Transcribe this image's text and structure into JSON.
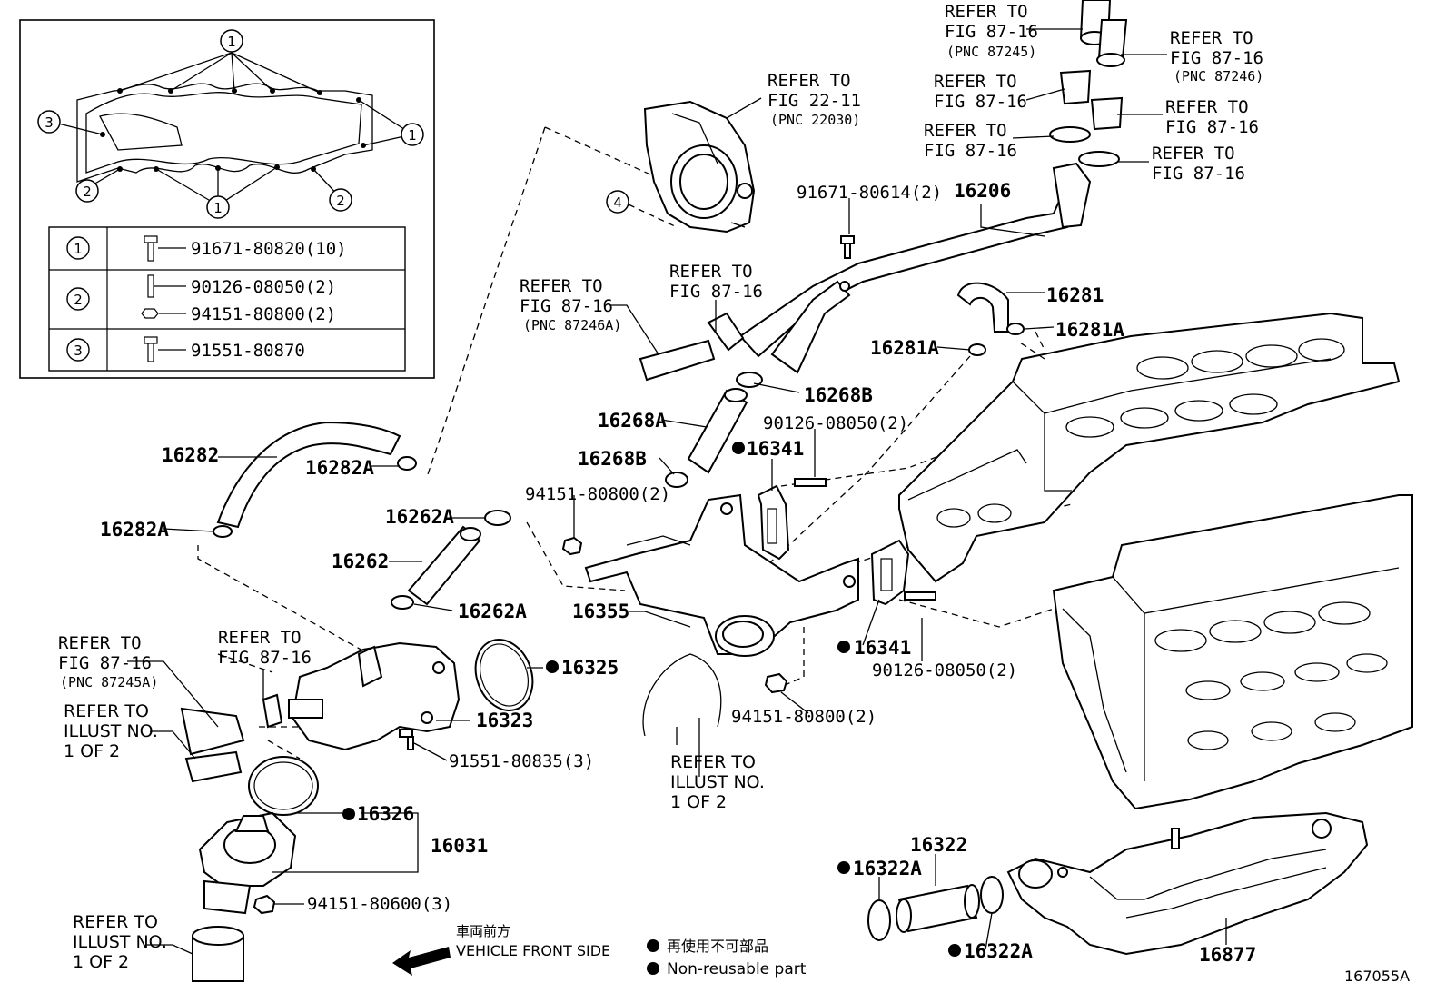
{
  "inset": {
    "table": [
      {
        "no": "1",
        "parts": [
          "91671-80820(10)"
        ]
      },
      {
        "no": "2",
        "parts": [
          "90126-08050(2)",
          "94151-80800(2)"
        ]
      },
      {
        "no": "3",
        "parts": [
          "91551-80870"
        ]
      }
    ],
    "callouts": [
      "1",
      "2",
      "3"
    ]
  },
  "labels": {
    "refer_fig_87_16": "REFER TO\nFIG 87-16",
    "pnc_87245": "(PNC 87245)",
    "pnc_87246": "(PNC 87246)",
    "pnc_87246a": "(PNC 87246A)",
    "pnc_87245a": "(PNC 87245A)",
    "refer_fig_22_11": "REFER TO\nFIG 22-11",
    "pnc_22030": "(PNC 22030)",
    "refer_illust": "REFER TO\nILLUST NO.\n1 OF 2",
    "callout_4": "4",
    "p91671_80614": "91671-80614(2)",
    "p16206": "16206",
    "p16281": "16281",
    "p16281a": "16281A",
    "p16268b": "16268B",
    "p16268a": "16268A",
    "p90126_08050": "90126-08050(2)",
    "p16341": "16341",
    "p94151_80800": "94151-80800(2)",
    "p16282": "16282",
    "p16282a": "16282A",
    "p16262a": "16262A",
    "p16262": "16262",
    "p16355": "16355",
    "p16325": "16325",
    "p16323": "16323",
    "p91551_80835": "91551-80835(3)",
    "p16326": "16326",
    "p16031": "16031",
    "p94151_80600": "94151-80600(3)",
    "p16322": "16322",
    "p16322a": "16322A",
    "p16877": "16877"
  },
  "legend": {
    "front_jp": "車両前方",
    "front_en": "VEHICLE FRONT SIDE",
    "nonreuse_jp": "再使用不可部品",
    "nonreuse_en": "Non-reusable part"
  },
  "figure_id": "167055A"
}
